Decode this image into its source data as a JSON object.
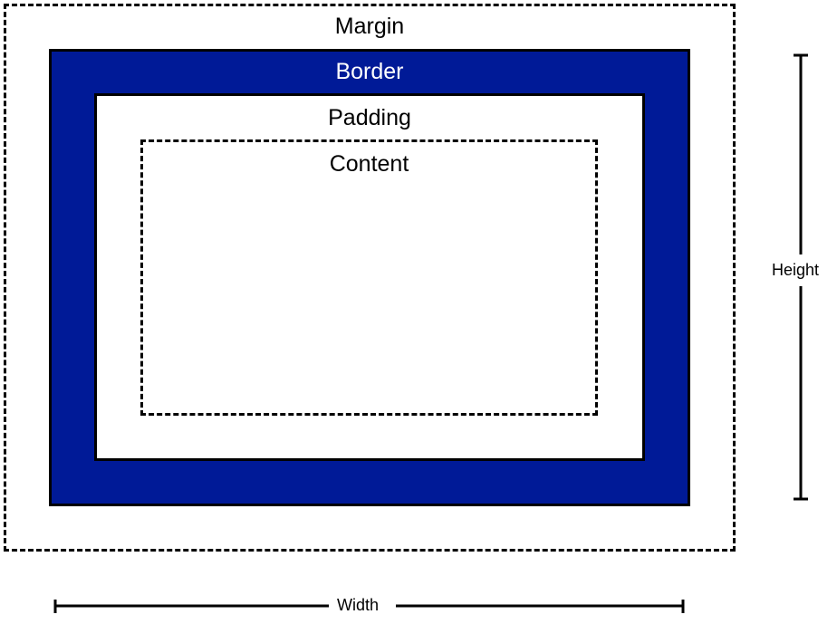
{
  "diagram": {
    "margin_label": "Margin",
    "border_label": "Border",
    "padding_label": "Padding",
    "content_label": "Content",
    "height_label": "Height",
    "width_label": "Width",
    "colors": {
      "border_fill": "#001a97",
      "border_text": "#ffffff",
      "lines": "#000000"
    }
  }
}
